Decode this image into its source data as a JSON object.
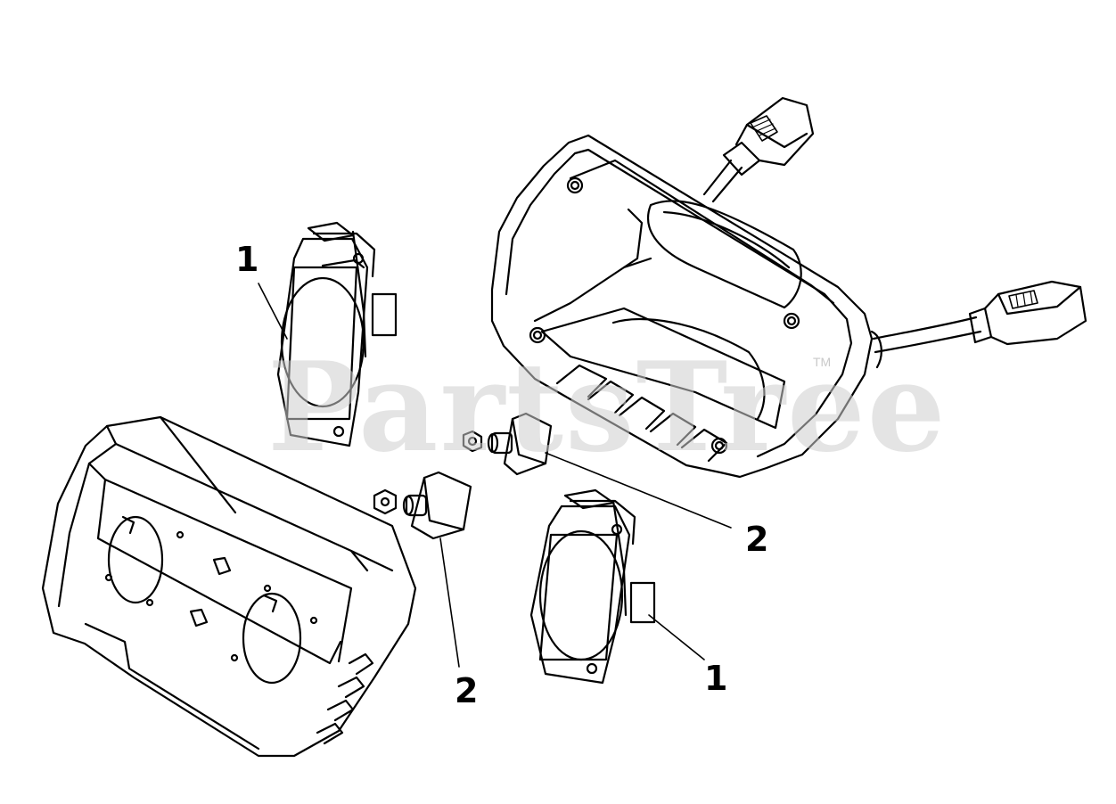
{
  "watermark": {
    "text": "PartsTree",
    "trademark": "TM"
  },
  "callouts": [
    {
      "id": "1a",
      "label": "1"
    },
    {
      "id": "1b",
      "label": "1"
    },
    {
      "id": "2a",
      "label": "2"
    },
    {
      "id": "2b",
      "label": "2"
    }
  ]
}
